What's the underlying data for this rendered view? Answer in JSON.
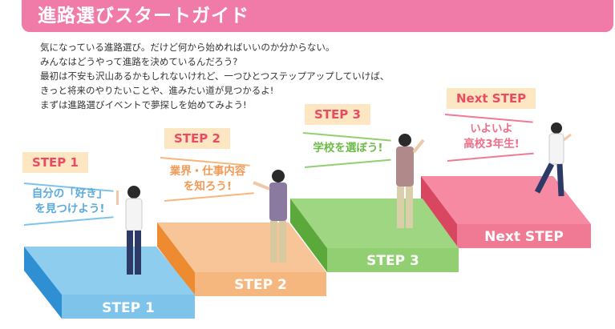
{
  "header": {
    "title": "進路選びスタートガイド"
  },
  "intro": {
    "lines": [
      "気になっている進路選び。だけど何から始めればいいのか分からない。",
      "みんなはどうやって進路を決めているんだろう?",
      "最初は不安も沢山あるかもしれないけれど、一つひとつステップアップしていけば、",
      "きっと将来のやりたいことや、進みたい道が見つかるよ!",
      "まずは進路選びイベントで夢探しを始めてみよう!"
    ]
  },
  "steps": [
    {
      "tag": "STEP 1",
      "callout_line1": "自分の「好き」",
      "callout_line2": "を見つけよう!",
      "platform_label": "STEP 1",
      "color": "#7dc3ea"
    },
    {
      "tag": "STEP 2",
      "callout_line1": "業界・仕事内容",
      "callout_line2": "を知ろう!",
      "platform_label": "STEP 2",
      "color": "#f6b77f"
    },
    {
      "tag": "STEP 3",
      "callout_line1": "学校を選ぼう!",
      "callout_line2": "",
      "platform_label": "STEP 3",
      "color": "#92cf72"
    },
    {
      "tag": "Next STEP",
      "callout_line1": "いよいよ",
      "callout_line2": "高校3年生!",
      "platform_label": "Next STEP",
      "color": "#f07a93"
    }
  ]
}
